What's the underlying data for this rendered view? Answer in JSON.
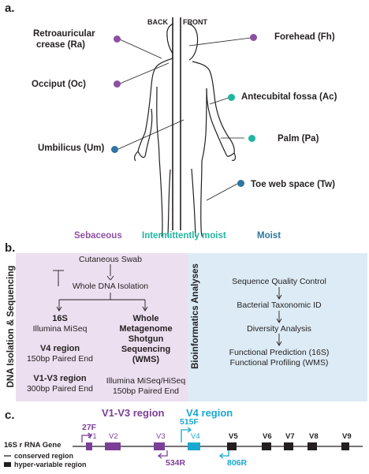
{
  "panels": {
    "a": "a.",
    "b": "b.",
    "c": "c."
  },
  "panel_a": {
    "back_label": "BACK",
    "front_label": "FRONT",
    "sites": [
      {
        "label_line1": "Retroauricular",
        "label_line2": "crease (Ra)",
        "color": "#8e4fa3"
      },
      {
        "label_line1": "Occiput (Oc)",
        "label_line2": "",
        "color": "#8e4fa3"
      },
      {
        "label_line1": "Umbilicus (Um)",
        "label_line2": "",
        "color": "#2d75a3"
      },
      {
        "label_line1": "Forehead (Fh)",
        "label_line2": "",
        "color": "#8e4fa3"
      },
      {
        "label_line1": "Antecubital fossa (Ac)",
        "label_line2": "",
        "color": "#22b5a0"
      },
      {
        "label_line1": "Palm (Pa)",
        "label_line2": "",
        "color": "#22b5a0"
      },
      {
        "label_line1": "Toe web space (Tw)",
        "label_line2": "",
        "color": "#2d75a3"
      }
    ],
    "categories": [
      {
        "label": "Sebaceous",
        "color": "#8e4fa3"
      },
      {
        "label": "Intermittently moist",
        "color": "#22b5a0"
      },
      {
        "label": "Moist",
        "color": "#2d75a3"
      }
    ]
  },
  "panel_b": {
    "left_title": "DNA Isolation & Sequencing",
    "right_title": "Bioinformatics Analyses",
    "swab": "Cutaneous Swab",
    "isolation": "Whole DNA Isolation",
    "left_branch": {
      "title": "16S",
      "platform": "Illumina MiSeq",
      "v4_title": "V4 region",
      "v4_detail": "150bp Paired End",
      "v1v3_title": "V1-V3 region",
      "v1v3_detail": "300bp Paired End"
    },
    "right_branch": {
      "title_l1": "Whole",
      "title_l2": "Metagenome",
      "title_l3": "Shotgun",
      "title_l4": "Sequencing",
      "title_l5": "(WMS)",
      "platform": "Illumina MiSeq/HiSeq",
      "detail": "150bp Paired End"
    },
    "pipeline": [
      "Sequence Quality Control",
      "Bacterial Taxonomic ID",
      "Diversity Analysis",
      "Functional Prediction (16S)",
      "Functional Profiling (WMS)"
    ],
    "left_bg": "#ecdff0",
    "right_bg": "#dcebf5"
  },
  "panel_c": {
    "gene_label": "16S r RNA Gene",
    "v1v3_label": "V1-V3 region",
    "v4_label": "V4 region",
    "regions": [
      "V1",
      "V2",
      "V3",
      "V4",
      "V5",
      "V6",
      "V7",
      "V8",
      "V9"
    ],
    "primers": {
      "p27F": "27F",
      "p515F": "515F",
      "p534R": "534R",
      "p806R": "806R"
    },
    "legend_conserved": "conserved region",
    "legend_hypervariable": "hyper-variable region",
    "purple": "#7b3f98",
    "teal": "#18a8d0"
  }
}
